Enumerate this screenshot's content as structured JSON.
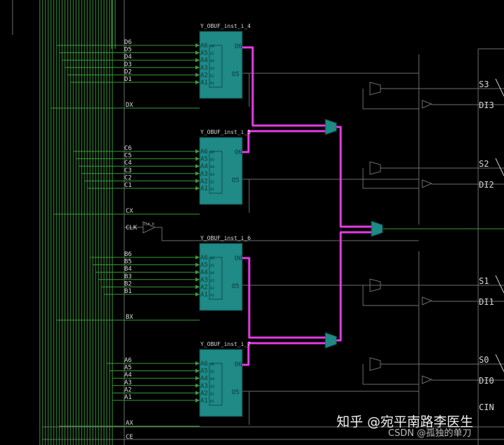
{
  "luts": [
    {
      "name": "Y_OBUF_inst_i_4",
      "pins": [
        "A6",
        "A5",
        "A4",
        "A3",
        "A2",
        "A1"
      ],
      "outs": [
        "O6",
        "O5"
      ],
      "nets": [
        "D6",
        "D5",
        "D4",
        "D3",
        "D2",
        "D1"
      ],
      "xnet": "DX"
    },
    {
      "name": "Y_OBUF_inst_i_5",
      "pins": [
        "A6",
        "A5",
        "A4",
        "A3",
        "A2",
        "A1"
      ],
      "outs": [
        "O6",
        "O5"
      ],
      "nets": [
        "C6",
        "C5",
        "C4",
        "C3",
        "C2",
        "C1"
      ],
      "xnet": "CX"
    },
    {
      "name": "Y_OBUF_inst_i_6",
      "pins": [
        "A6",
        "A5",
        "A4",
        "A3",
        "A2",
        "A1"
      ],
      "outs": [
        "O6",
        "O5"
      ],
      "nets": [
        "B6",
        "B5",
        "B4",
        "B3",
        "B2",
        "B1"
      ],
      "xnet": "BX"
    },
    {
      "name": "Y_OBUF_inst_i_7",
      "pins": [
        "A6",
        "A5",
        "A4",
        "A3",
        "A2",
        "A1"
      ],
      "outs": [
        "O6",
        "O5"
      ],
      "nets": [
        "A6",
        "A5",
        "A4",
        "A3",
        "A2",
        "A1"
      ],
      "xnet": "AX"
    }
  ],
  "inner_pins": [
    "A6",
    "A5",
    "A4",
    "A3",
    "A2",
    "A1"
  ],
  "clock_net": "CLK",
  "clock_cell": "CLK_B",
  "ce_net": "CE",
  "carry_slices": [
    {
      "s": "S3",
      "di": "DI3"
    },
    {
      "s": "S2",
      "di": "DI2"
    },
    {
      "s": "S1",
      "di": "DI1"
    },
    {
      "s": "S0",
      "di": "DI0"
    }
  ],
  "cin_label": "CIN",
  "watermark": {
    "main": "知乎 @宛平南路李医生",
    "sub": "CSDN @孤独的单刀"
  }
}
